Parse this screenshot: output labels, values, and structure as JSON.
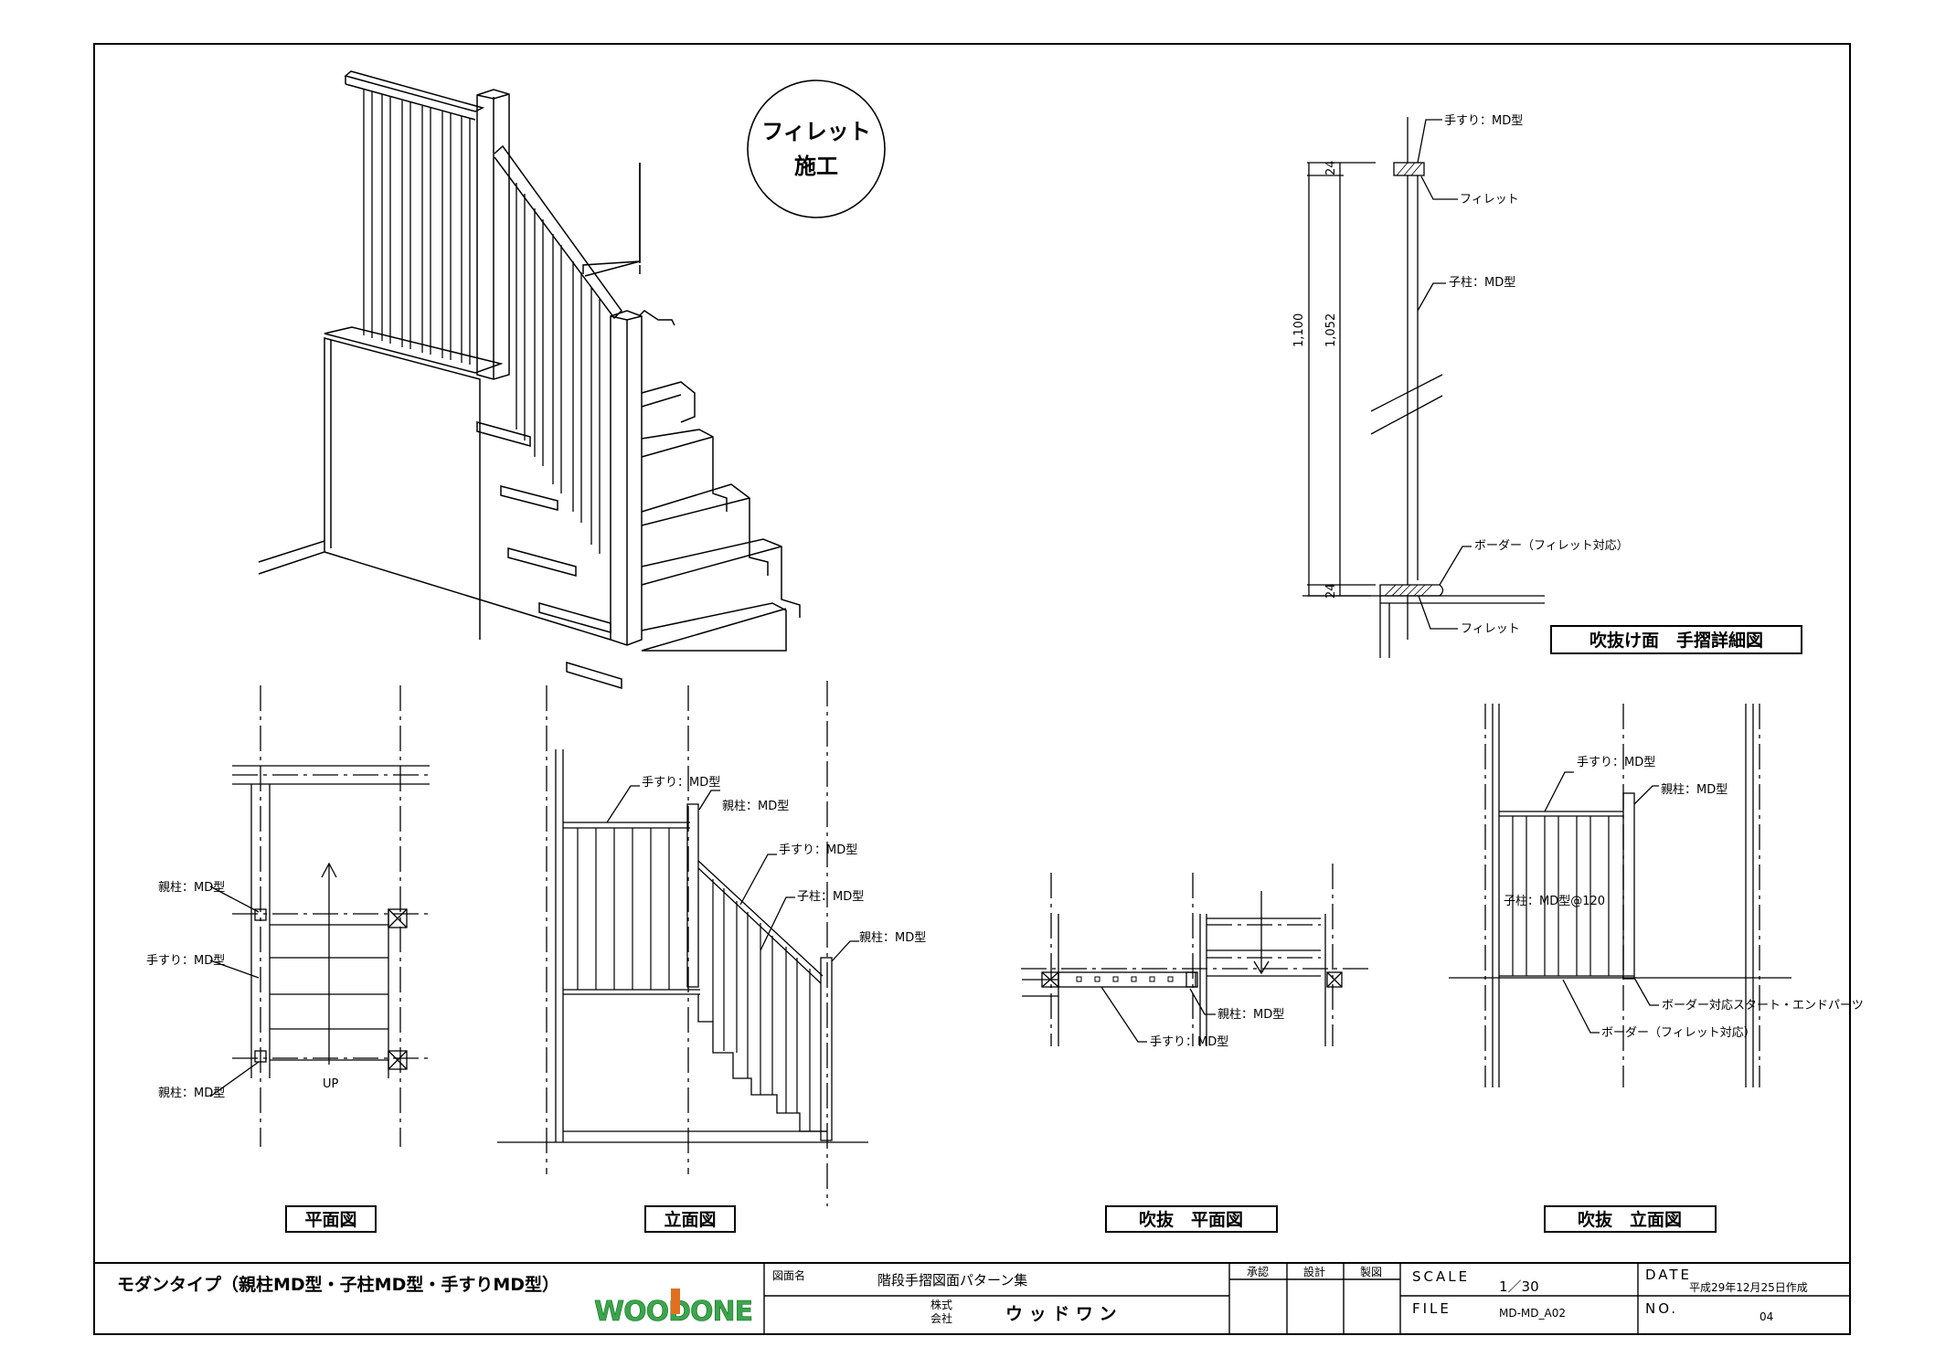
{
  "badge": {
    "line1": "フィレット",
    "line2": "施工"
  },
  "detail": {
    "caption": "吹抜け面　手摺詳細図",
    "handrail": "手すり：MD型",
    "fillet_top": "フィレット",
    "baluster": "子柱：MD型",
    "border": "ボーダー（フィレット対応）",
    "fillet_bottom": "フィレット",
    "dim_total": "1,100",
    "dim_mid": "1,052",
    "dim_top": "24",
    "dim_bottom": "24"
  },
  "plan": {
    "caption": "平面図",
    "newel_top": "親柱：MD型",
    "handrail": "手すり：MD型",
    "newel_bottom": "親柱：MD型",
    "up": "UP"
  },
  "elevation": {
    "caption": "立面図",
    "handrail_1": "手すり：MD型",
    "newel_1": "親柱：MD型",
    "handrail_2": "手すり：MD型",
    "baluster": "子柱：MD型",
    "newel_2": "親柱：MD型"
  },
  "void_plan": {
    "caption": "吹抜　平面図",
    "newel": "親柱：MD型",
    "handrail": "手すり：MD型"
  },
  "void_elevation": {
    "caption": "吹抜　立面図",
    "handrail": "手すり：MD型",
    "newel": "親柱：MD型",
    "baluster": "子柱：MD型@120",
    "border_parts": "ボーダー対応スタート・エンドパーツ",
    "border": "ボーダー（フィレット対応）"
  },
  "title_block": {
    "type_name": "モダンタイプ（親柱MD型・子柱MD型・手すりMD型）",
    "logo": "WOODONE",
    "drawing_name_label": "図面名",
    "drawing_name": "階段手摺図面パターン集",
    "company_prefix_1": "株式",
    "company_prefix_2": "会社",
    "company": "ウ ッ ド ワ ン",
    "approve": "承認",
    "design": "設計",
    "draft": "製図",
    "scale_label": "SCALE",
    "scale": "1／30",
    "date_label": "DATE",
    "date": "平成29年12月25日作成",
    "file_label": "FILE",
    "file": "MD-MD_A02",
    "no_label": "NO.",
    "no": "04"
  }
}
